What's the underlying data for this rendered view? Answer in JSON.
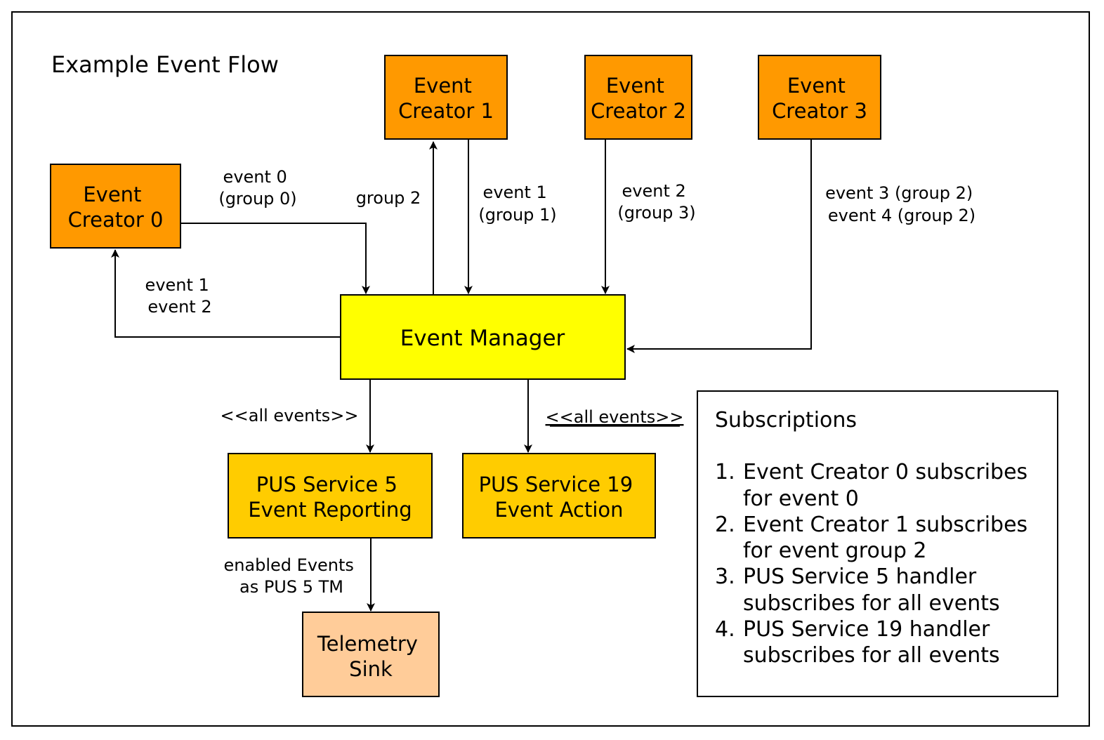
{
  "title": "Example Event Flow",
  "colors": {
    "creator": "#FF9900",
    "manager": "#FFFF00",
    "service": "#FFCC00",
    "sink": "#FFCC99",
    "stroke": "#000000"
  },
  "nodes": {
    "creator0": [
      "Event",
      "Creator 0"
    ],
    "creator1": [
      "Event",
      "Creator 1"
    ],
    "creator2": [
      "Event",
      "Creator 2"
    ],
    "creator3": [
      "Event",
      "Creator 3"
    ],
    "manager": [
      "Event Manager"
    ],
    "pus5": [
      "PUS Service 5",
      "Event Reporting"
    ],
    "pus19": [
      "PUS Service 19",
      "Event Action"
    ],
    "sink": [
      "Telemetry",
      "Sink"
    ]
  },
  "edges": {
    "c0_to_mgr": [
      "event 0",
      "(group 0)"
    ],
    "mgr_to_c0": [
      "event 1",
      "event 2"
    ],
    "mgr_to_c1": [
      "group 2"
    ],
    "c1_to_mgr": [
      "event 1",
      "(group 1)"
    ],
    "c2_to_mgr": [
      "event 2",
      "(group 3)"
    ],
    "c3_to_mgr": [
      "event 3 (group 2)",
      "event 4 (group 2)"
    ],
    "mgr_to_pus5": [
      "<<all events>>"
    ],
    "mgr_to_pus19": [
      "<<all events>>"
    ],
    "pus5_to_sink": [
      "enabled Events",
      "as PUS 5 TM"
    ]
  },
  "legend": {
    "title": "Subscriptions",
    "items": [
      {
        "num": "1.",
        "lines": [
          "Event Creator 0 subscribes",
          "for event 0"
        ]
      },
      {
        "num": "2.",
        "lines": [
          "Event Creator 1 subscribes",
          "for event group 2"
        ]
      },
      {
        "num": "3.",
        "lines": [
          "PUS Service 5 handler",
          "subscribes for all events"
        ]
      },
      {
        "num": "4.",
        "lines": [
          "PUS Service 19 handler",
          "subscribes for all events"
        ]
      }
    ]
  }
}
